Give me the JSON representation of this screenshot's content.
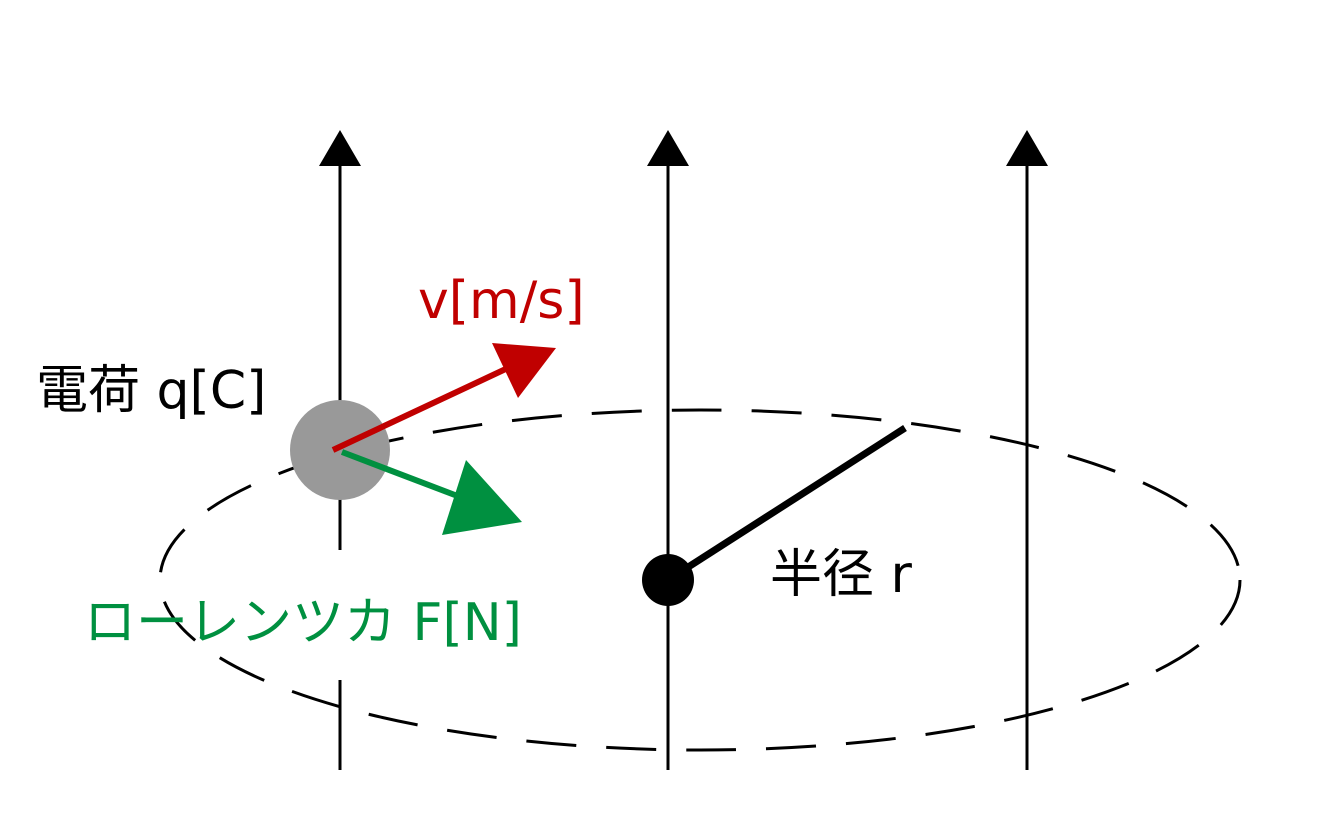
{
  "labels": {
    "velocity": "v[m/s]",
    "charge": "電荷 q[C]",
    "lorentz_force": "ローレンツカ F[N]",
    "radius": "半径 r"
  },
  "colors": {
    "line": "#000000",
    "velocity": "#c00000",
    "force": "#009040",
    "particle": "#999999",
    "background": "#ffffff"
  },
  "field_line_count": 3,
  "field_direction": "up",
  "orbit_style": "dashed"
}
